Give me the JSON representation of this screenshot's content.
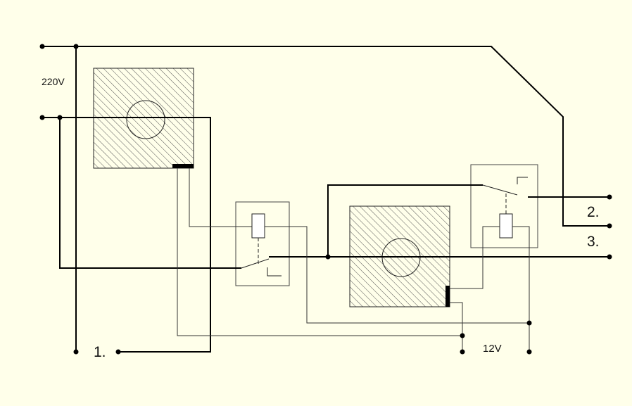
{
  "labels": {
    "voltage_220": "220V",
    "voltage_12": "12V",
    "terminal_1": "1.",
    "terminal_2": "2.",
    "terminal_3": "3."
  },
  "colors": {
    "background": "#ffffea",
    "wire": "#000000",
    "thin_wire": "#333333",
    "hatch": "#555555"
  }
}
